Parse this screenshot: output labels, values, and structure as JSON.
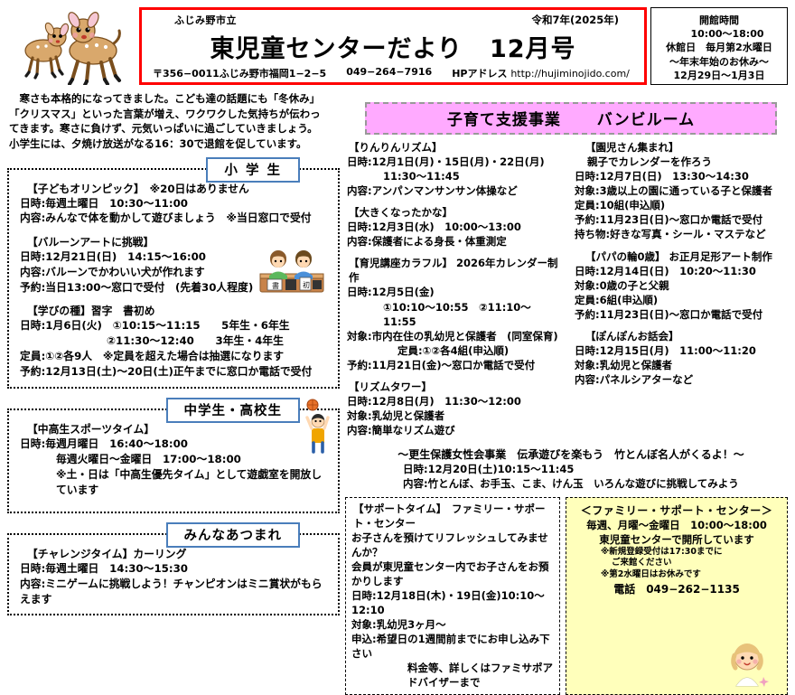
{
  "header": {
    "kicker": "ふじみ野市立",
    "era": "令和7年(2025年)",
    "title_main": "東児童センターだより",
    "title_issue": "12月号",
    "address": "〒356−0011ふじみ野市福岡1−2−5",
    "tel": "049−264−7916",
    "hp_label": "HPアドレス",
    "hp_url": "http://hujiminojido.com/",
    "deer_icon": "deer-illustration"
  },
  "hours": {
    "line1": "開館時間",
    "line2": "10:00〜18:00",
    "line3": "休館日　毎月第2水曜日",
    "line4": "〜年末年始のお休み〜",
    "line5": "12月29日〜1月3日"
  },
  "intro": {
    "p1": "寒さも本格的になってきました。こども達の話題にも「冬休み」",
    "p2": "「クリスマス」といった言葉が増え、ワクワクした気持ちが伝わっ",
    "p3": "てきます。寒さに負けず、元気いっぱいに過ごしていきましょう。",
    "p4": "小学生には、夕焼け放送がなる16：30で退館を促しています。"
  },
  "sections": {
    "elementary": {
      "label": "小 学 生",
      "events": [
        {
          "title": "【子どもオリンピック】　※20日はありません",
          "lines": [
            "日時:毎週土曜日　10:30〜11:00",
            "内容:みんなで体を動かして遊びましょう　※当日窓口で受付"
          ]
        },
        {
          "title": "【バルーンアートに挑戦】",
          "lines": [
            "日時:12月21日(日)　14:15〜16:00",
            "内容:バルーンでかわいい犬が作れます",
            "予約:当日13:00〜窓口で受付　(先着30人程度)"
          ]
        },
        {
          "title": "【学びの種】習字　書初め",
          "lines": [
            "日時:1月6日(火)　①10:15〜11:15　　5年生・6年生",
            "②11:30〜12:40　　3年生・4年生",
            "定員:①②各9人　※定員を超えた場合は抽選になります",
            "予約:12月13日(土)〜20日(土)正午までに窓口か電話で受付"
          ]
        }
      ],
      "art_icon": "calligraphy-kids-illustration"
    },
    "juniorhigh": {
      "label": "中学生・高校生",
      "events": [
        {
          "title": "【中高生スポーツタイム】",
          "lines": [
            "日時:毎週月曜日　16:40〜18:00",
            "毎週火曜日〜金曜日　17:00〜18:00",
            "※土・日は「中高生優先タイム」として遊戯室を開放しています"
          ]
        }
      ],
      "art_icon": "basketball-player-illustration"
    },
    "everyone": {
      "label": "みんなあつまれ",
      "events": [
        {
          "title": "【チャレンジタイム】カーリング",
          "lines": [
            "日時:毎週土曜日　14:30〜15:30",
            "内容:ミニゲームに挑戦しよう！チャンピオンはミニ賞状がもらえます"
          ]
        }
      ]
    }
  },
  "bambi": {
    "banner_left": "子育て支援事業",
    "banner_right": "バンビルーム",
    "left_events": [
      {
        "title": "【りんりんリズム】",
        "lines": [
          "日時:12月1日(月)・15日(月)・22日(月)",
          "11:30〜11:45",
          "内容:アンパンマンサンサン体操など"
        ]
      },
      {
        "title": "【大きくなったかな】",
        "lines": [
          "日時:12月3日(水)　10:00〜13:00",
          "内容:保護者による身長・体重測定"
        ]
      },
      {
        "title": "【育児講座カラフル】 2026年カレンダー制作",
        "lines": [
          "日時:12月5日(金)",
          "①10:10〜10:55　②11:10〜11:55",
          "対象:市内在住の乳幼児と保護者　(同室保育)",
          "定員:①②各4組(申込順)",
          "予約:11月21日(金)〜窓口か電話で受付"
        ]
      },
      {
        "title": "【リズムタワー】",
        "lines": [
          "日時:12月8日(月)　11:30〜12:00",
          "対象:乳幼児と保護者",
          "内容:簡単なリズム遊び"
        ]
      }
    ],
    "right_events": [
      {
        "title": "【園児さん集まれ】",
        "subtitle": "親子でカレンダーを作ろう",
        "lines": [
          "日時:12月7日(日)　13:30〜14:30",
          "対象:3歳以上の園に通っている子と保護者",
          "定員:10組(申込順)",
          "予約:11月23日(日)〜窓口か電話で受付",
          "持ち物:好きな写真・シール・マステなど"
        ]
      },
      {
        "title": "【パパの輪0歳】 お正月足形アート制作",
        "lines": [
          "日時:12月14日(日)　10:20〜11:30",
          "対象:0歳の子と父親",
          "定員:6組(申込順)",
          "予約:11月23日(日)〜窓口か電話で受付"
        ]
      },
      {
        "title": "【ぽんぽんお話会】",
        "lines": [
          "日時:12月15日(月)　11:00〜11:20",
          "対象:乳幼児と保護者",
          "内容:パネルシアターなど"
        ]
      }
    ],
    "wide_note": {
      "title": "〜更生保護女性会事業　伝承遊びを楽もう　竹とんぼ名人がくるよ！〜",
      "lines": [
        "日時:12月20日(土)10:15〜11:45",
        "内容:竹とんぼ、お手玉、こま、けん玉　いろんな遊びに挑戦してみよう"
      ]
    },
    "support": {
      "title": "【サポートタイム】　ファミリー・サポート・センター",
      "lines": [
        "お子さんを預けてリフレッシュしてみませんか？",
        "会員が東児童センター内でお子さんをお預かりします",
        "日時:12月18日(木)・19日(金)10:10〜12:10",
        "対象:乳幼児3ヶ月〜",
        "申込:希望日の1週間前までにお申し込み下さい",
        "料金等、詳しくはファミサポアドバイザーまで"
      ]
    },
    "fsc": {
      "title": "＜ファミリー・サポート・センター＞",
      "line1": "毎週、月曜〜金曜日　10:00〜18:00",
      "line2": "東児童センターで開所しています",
      "note1": "※新規登録受付は17:30までに",
      "note2": "ご来館ください",
      "note3": "※第2水曜日はお休みです",
      "tel": "電話　049−262−1135",
      "art_icon": "staff-person-illustration"
    }
  },
  "colors": {
    "title_border": "#ff0000",
    "section_label_border": "#4a7ebb",
    "banner_pink": "#ffaaff",
    "fsc_yellow": "#ffffbb"
  }
}
